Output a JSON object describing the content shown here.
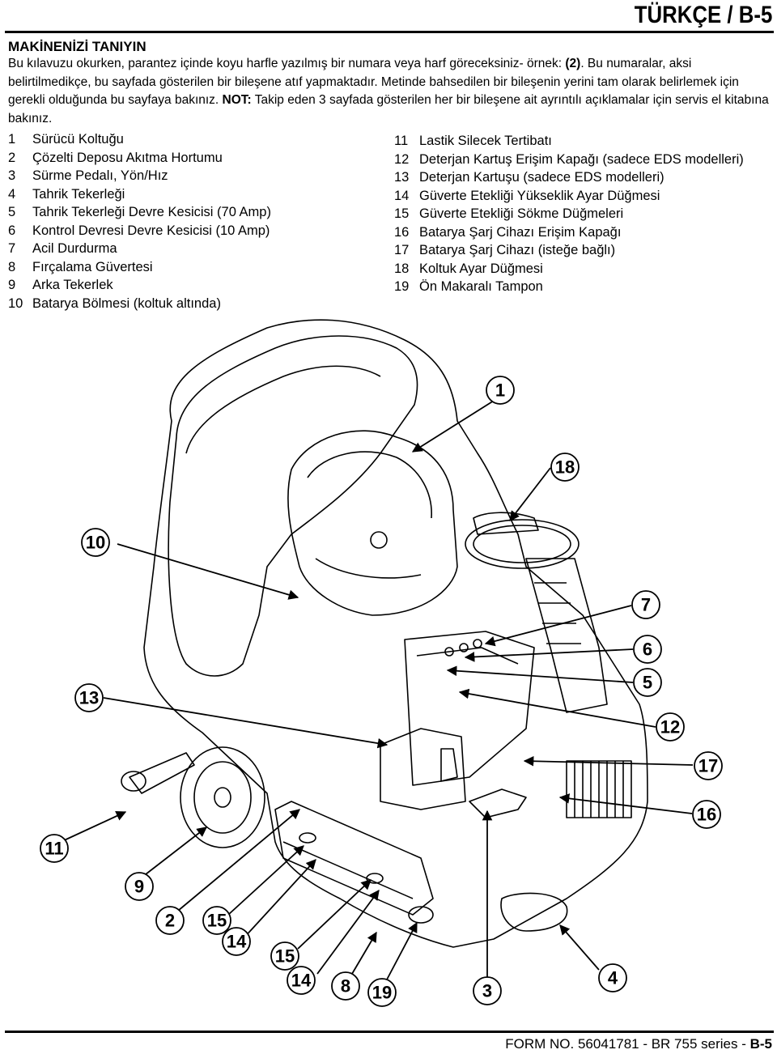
{
  "header": {
    "title": "TÜRKÇE / B-5"
  },
  "section": {
    "title": "MAKİNENİZİ TANIYIN"
  },
  "intro": {
    "part1": "Bu kılavuzu okurken, parantez içinde koyu harfle yazılmış bir numara veya harf göreceksiniz- örnek: ",
    "example": "(2)",
    "part2": ". Bu numaralar, aksi belirtilmedikçe, bu sayfada gösterilen bir bileşene atıf yapmaktadır. Metinde bahsedilen bir bileşenin yerini tam olarak belirlemek için gerekli olduğunda bu sayfaya bakınız. ",
    "note_label": "NOT:",
    "note_text": " Takip eden 3 sayfada gösterilen her bir bileşene ait ayrıntılı açıklamalar için servis el kitabına bakınız."
  },
  "parts_left": [
    {
      "num": "1",
      "label": "Sürücü Koltuğu"
    },
    {
      "num": "2",
      "label": "Çözelti Deposu Akıtma Hortumu"
    },
    {
      "num": "3",
      "label": "Sürme Pedalı, Yön/Hız"
    },
    {
      "num": "4",
      "label": "Tahrik Tekerleği"
    },
    {
      "num": "5",
      "label": "Tahrik Tekerleği Devre Kesicisi (70 Amp)"
    },
    {
      "num": "6",
      "label": "Kontrol Devresi Devre Kesicisi (10 Amp)"
    },
    {
      "num": "7",
      "label": "Acil Durdurma"
    },
    {
      "num": "8",
      "label": "Fırçalama Güvertesi"
    },
    {
      "num": "9",
      "label": "Arka Tekerlek"
    },
    {
      "num": "10",
      "label": "Batarya Bölmesi (koltuk altında)"
    }
  ],
  "parts_right": [
    {
      "num": "11",
      "label": "Lastik Silecek Tertibatı"
    },
    {
      "num": "12",
      "label": "Deterjan Kartuş Erişim Kapağı (sadece EDS modelleri)"
    },
    {
      "num": "13",
      "label": "Deterjan Kartuşu (sadece EDS modelleri)"
    },
    {
      "num": "14",
      "label": "Güverte Etekliği Yükseklik Ayar Düğmesi"
    },
    {
      "num": "15",
      "label": "Güverte Etekliği Sökme Düğmeleri"
    },
    {
      "num": "16",
      "label": "Batarya Şarj Cihazı Erişim Kapağı"
    },
    {
      "num": "17",
      "label": "Batarya Şarj Cihazı (isteğe bağlı)"
    },
    {
      "num": "18",
      "label": "Koltuk Ayar Düğmesi"
    },
    {
      "num": "19",
      "label": "Ön Makaralı Tampon"
    }
  ],
  "callouts": {
    "c1": "1",
    "c18": "18",
    "c10": "10",
    "c7": "7",
    "c6": "6",
    "c5": "5",
    "c13": "13",
    "c12": "12",
    "c17": "17",
    "c16": "16",
    "c11": "11",
    "c9": "9",
    "c2": "2",
    "c15a": "15",
    "c14a": "14",
    "c15b": "15",
    "c14b": "14",
    "c8": "8",
    "c19": "19",
    "c3": "3",
    "c4": "4"
  },
  "footer": {
    "text": "FORM NO. 56041781 - BR 755 series - ",
    "page": "B-5"
  }
}
